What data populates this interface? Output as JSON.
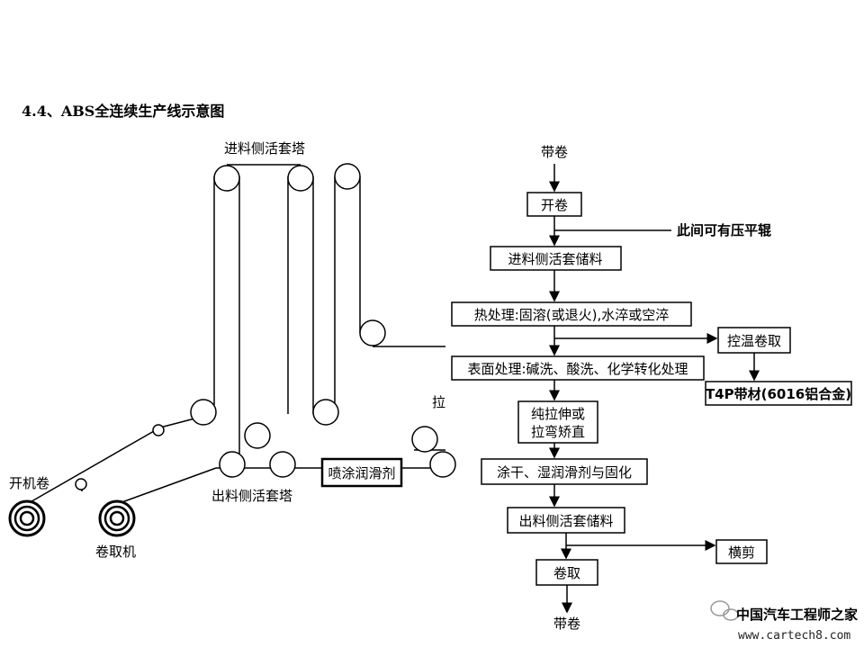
{
  "heading": "4.4、ABS全连续生产线示意图",
  "line_diagram": {
    "entry_tower_label": "进料侧活套塔",
    "uncoiler_label": "开机卷",
    "recoiler_label": "卷取机",
    "exit_tower_label": "出料侧活套塔",
    "lubricant_box_label": "喷涂润滑剂",
    "cut_off_label": "拉"
  },
  "flowchart": {
    "start_label": "带卷",
    "uncoil": "开卷",
    "leveler_note": "此间可有压平辊",
    "entry_loop": "进料侧活套储料",
    "heat_treatment": "热处理:固溶(或退火),水淬或空淬",
    "temp_coil": "控温卷取",
    "t4p": "T4P带材(6016铝合金)",
    "surface": "表面处理:碱洗、酸洗、化学转化处理",
    "level_line1": "纯拉伸或",
    "level_line2": "拉弯矫直",
    "coat": "涂干、湿润滑剂与固化",
    "exit_loop": "出料侧活套储料",
    "shear": "横剪",
    "coiling": "卷取",
    "end_label": "带卷"
  },
  "watermark": {
    "cn": "中国汽车工程师之家",
    "url": "www.cartech8.com"
  }
}
